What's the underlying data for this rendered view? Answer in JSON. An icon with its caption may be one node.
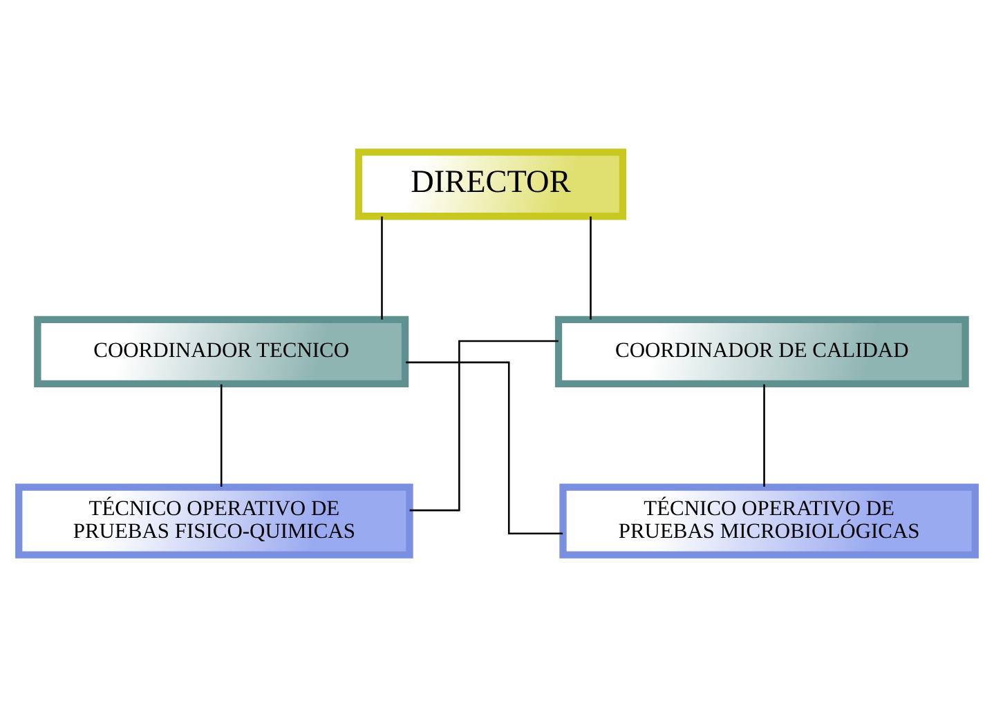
{
  "diagram": {
    "nodes": [
      {
        "text": [
          "DIRECTOR"
        ]
      },
      {
        "text": [
          "COORDINADOR TECNICO"
        ]
      },
      {
        "text": [
          "COORDINADOR DE CALIDAD"
        ]
      },
      {
        "text": [
          "TÉCNICO OPERATIVO DE PRUEBAS FISICO-QUIMICAS"
        ]
      },
      {
        "text": [
          "TÉCNICO OPERATIVO DE PRUEBAS MICROBIOLÓGICAS"
        ]
      }
    ],
    "edges": [
      {
        "from": 0,
        "to": 1,
        "arrow": "none"
      },
      {
        "from": 0,
        "to": 2,
        "arrow": "none"
      },
      {
        "from": 1,
        "to": 3,
        "arrow": "none"
      },
      {
        "from": 1,
        "to": 4,
        "arrow": "none"
      },
      {
        "from": 2,
        "to": 3,
        "arrow": "none"
      },
      {
        "from": 2,
        "to": 4,
        "arrow": "none"
      }
    ]
  }
}
